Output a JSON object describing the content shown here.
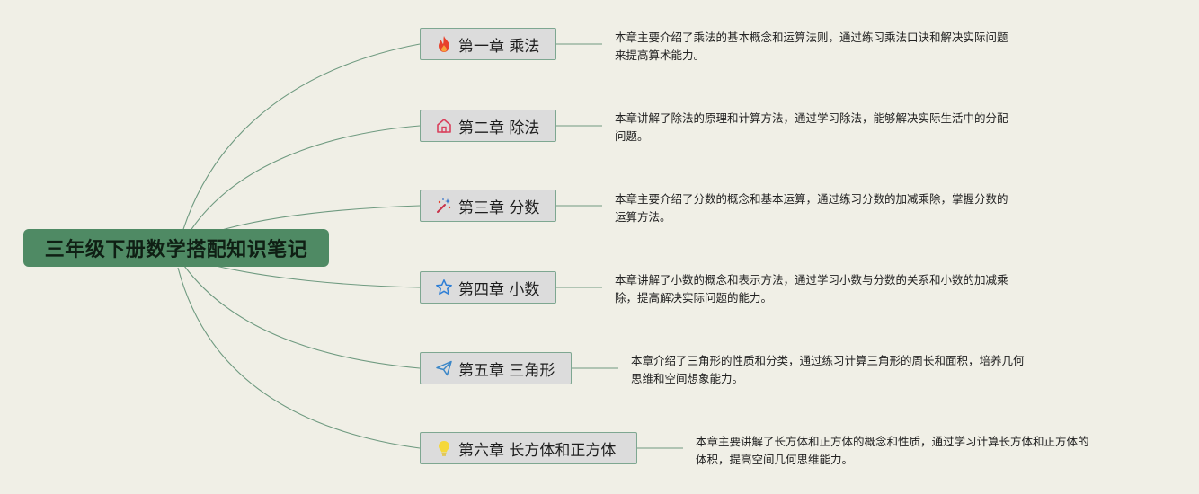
{
  "mindmap": {
    "root": {
      "title": "三年级下册数学搭配知识笔记"
    },
    "chapters": [
      {
        "title": "第一章 乘法",
        "icon": "fire-icon",
        "icon_color": "#e8402a",
        "note_line1": "本章主要介绍了乘法的基本概念和运算法则，通过练习乘法口诀和解决实际问题",
        "note_line2": "来提高算术能力。"
      },
      {
        "title": "第二章 除法",
        "icon": "house-icon",
        "icon_color": "#d9405c",
        "note_line1": "本章讲解了除法的原理和计算方法，通过学习除法，能够解决实际生活中的分配",
        "note_line2": "问题。"
      },
      {
        "title": "第三章 分数",
        "icon": "magic-wand-icon",
        "icon_color": "#c8324a",
        "note_line1": "本章主要介绍了分数的概念和基本运算，通过练习分数的加减乘除，掌握分数的",
        "note_line2": "运算方法。"
      },
      {
        "title": "第四章 小数",
        "icon": "star-icon",
        "icon_color": "#2f7fd6",
        "note_line1": "本章讲解了小数的概念和表示方法，通过学习小数与分数的关系和小数的加减乘",
        "note_line2": "除，提高解决实际问题的能力。"
      },
      {
        "title": "第五章 三角形",
        "icon": "paper-plane-icon",
        "icon_color": "#3a86c8",
        "note_line1": "本章介绍了三角形的性质和分类，通过练习计算三角形的周长和面积，培养几何",
        "note_line2": "思维和空间想象能力。"
      },
      {
        "title": "第六章 长方体和正方体",
        "icon": "lightbulb-icon",
        "icon_color": "#f5d83a",
        "note_line1": "本章主要讲解了长方体和正方体的概念和性质，通过学习计算长方体和正方体的",
        "note_line2": "体积，提高空间几何思维能力。"
      }
    ]
  },
  "colors": {
    "background": "#f0efe6",
    "root_fill": "#4f8a64",
    "branch_fill": "#dcdcdc",
    "connector": "#6f9a80"
  }
}
